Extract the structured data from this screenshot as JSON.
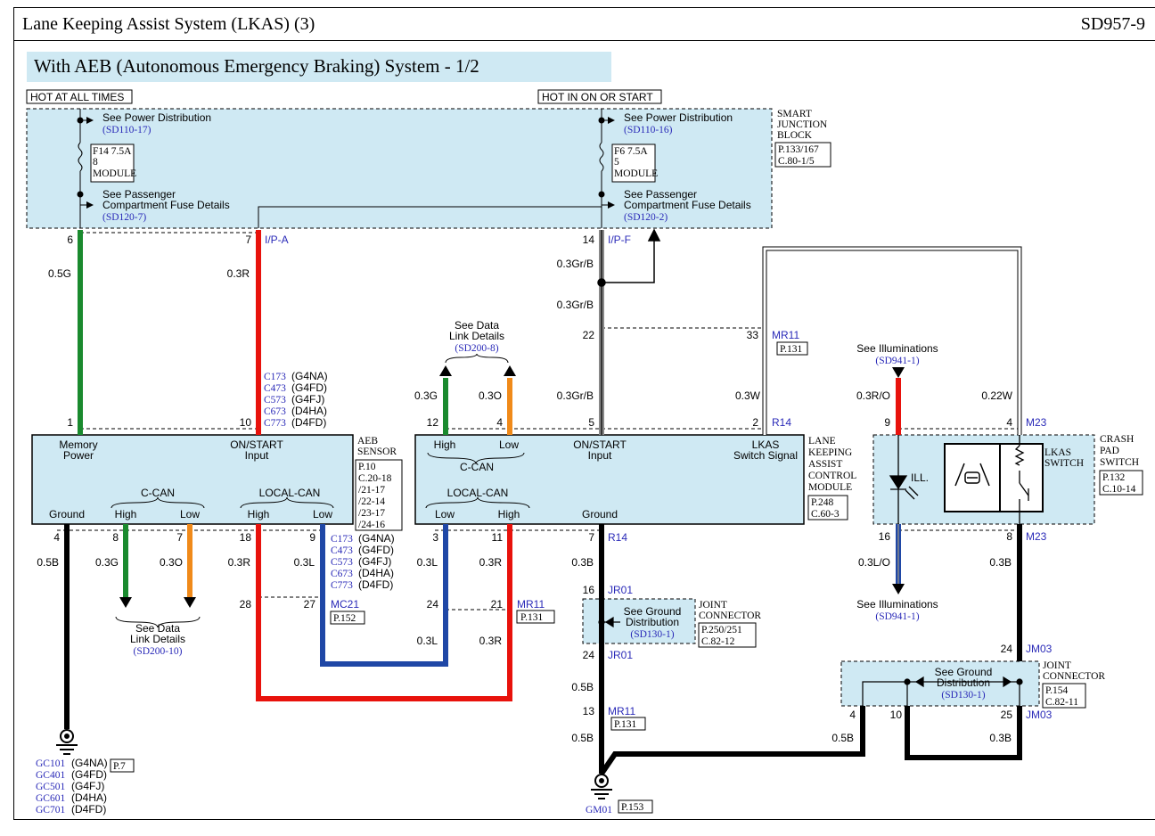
{
  "header": {
    "title": "Lane Keeping Assist System (LKAS) (3)",
    "page_code": "SD957-9"
  },
  "subtitle": "With AEB (Autonomous Emergency Braking) System - 1/2",
  "tags": {
    "hot_all": "HOT AT ALL TIMES",
    "hot_start": "HOT IN ON OR START"
  },
  "sjb": {
    "name_1": "SMART",
    "name_2": "JUNCTION",
    "name_3": "BLOCK",
    "ref_1": "P.133/167",
    "ref_2": "C.80-1/5",
    "see_power": "See Power Distribution",
    "power_ref_l": "(SD110-17)",
    "power_ref_r": "(SD110-16)",
    "fuse_l_1": "F14 7.5A",
    "fuse_l_2": "8",
    "fuse_l_3": "MODULE",
    "fuse_r_1": "F6 7.5A",
    "fuse_r_2": "5",
    "fuse_r_3": "MODULE",
    "see_pass_1": "See Passenger",
    "see_pass_2": "Compartment Fuse Details",
    "pass_ref_l": "(SD120-7)",
    "pass_ref_r": "(SD120-2)"
  },
  "pins": {
    "p6": "6",
    "p7": "7",
    "p14": "14",
    "p22": "22",
    "p33": "33",
    "p1": "1",
    "p10": "10",
    "p12": "12",
    "p4a": "4",
    "p5": "5",
    "p2": "2",
    "p9a": "9",
    "p4b": "4",
    "p4c": "4",
    "p8": "8",
    "p7b": "7",
    "p18": "18",
    "p9b": "9",
    "p3": "3",
    "p11": "11",
    "p7c": "7",
    "p16a": "16",
    "p8b": "8",
    "p28": "28",
    "p27": "27",
    "p24a": "24",
    "p21": "21",
    "p16b": "16",
    "p24b": "24",
    "p13": "13",
    "p24c": "24",
    "p4d": "4",
    "p10b": "10",
    "p25": "25"
  },
  "connectors": {
    "ipa": "I/P-A",
    "ipf": "I/P-F",
    "mr11": "MR11",
    "r14": "R14",
    "m23": "M23",
    "mc21": "MC21",
    "jr01": "JR01",
    "jm03": "JM03"
  },
  "wires": {
    "w05g": "0.5G",
    "w03r_a": "0.3R",
    "w03grb_a": "0.3Gr/B",
    "w03grb_b": "0.3Gr/B",
    "w03grb_c": "0.3Gr/B",
    "w03g_a": "0.3G",
    "w03o_a": "0.3O",
    "w03w": "0.3W",
    "w03ro": "0.3R/O",
    "w022w": "0.22W",
    "w05b_a": "0.5B",
    "w03g_b": "0.3G",
    "w03o_b": "0.3O",
    "w03r_b": "0.3R",
    "w03l_a": "0.3L",
    "w03l_b": "0.3L",
    "w03r_c": "0.3R",
    "w03b_a": "0.3B",
    "w03lo": "0.3L/O",
    "w03b_b": "0.3B",
    "w03l_c": "0.3L",
    "w03r_d": "0.3R",
    "w05b_b": "0.5B",
    "w05b_c": "0.5B",
    "w05b_d": "0.5B",
    "w03b_c": "0.3B"
  },
  "aeb": {
    "memory_1": "Memory",
    "memory_2": "Power",
    "onstart_1": "ON/START",
    "onstart_2": "Input",
    "ccan": "C-CAN",
    "localcan": "LOCAL-CAN",
    "ground": "Ground",
    "high": "High",
    "low": "Low",
    "name_1": "AEB",
    "name_2": "SENSOR",
    "ref_1": "P.10",
    "ref_2": "C.20-18",
    "ref_3": "/21-17",
    "ref_4": "/22-14",
    "ref_5": "/23-17",
    "ref_6": "/24-16"
  },
  "lkas": {
    "high": "High",
    "low": "Low",
    "ccan": "C-CAN",
    "onstart_1": "ON/START",
    "onstart_2": "Input",
    "switch_1": "LKAS",
    "switch_2": "Switch Signal",
    "localcan": "LOCAL-CAN",
    "low2": "Low",
    "high2": "High",
    "ground": "Ground",
    "name_1": "LANE",
    "name_2": "KEEPING",
    "name_3": "ASSIST",
    "name_4": "CONTROL",
    "name_5": "MODULE",
    "ref_1": "P.248",
    "ref_2": "C.60-3"
  },
  "crash": {
    "ill": "ILL.",
    "switch_1": "LKAS",
    "switch_2": "SWITCH",
    "name_1": "CRASH",
    "name_2": "PAD",
    "name_3": "SWITCH",
    "ref_1": "P.132",
    "ref_2": "C.10-14"
  },
  "notes": {
    "see_data_1": "See Data",
    "see_data_2": "Link Details",
    "data_ref_top": "(SD200-8)",
    "data_ref_bot": "(SD200-10)",
    "see_illum": "See Illuminations",
    "illum_ref": "(SD941-1)",
    "see_ground_1": "See Ground",
    "see_ground_2": "Distribution",
    "ground_ref": "(SD130-1)",
    "joint_1": "JOINT",
    "joint_2": "CONNECTOR",
    "jr01_ref_1": "P.250/251",
    "jr01_ref_2": "C.82-12",
    "jm03_ref_1": "P.154",
    "jm03_ref_2": "C.82-11",
    "mr11_ref": "P.131",
    "mc21_ref": "P.152",
    "gm01_ref": "P.153",
    "gc_ref": "P.7"
  },
  "variants": {
    "c173": "C173",
    "c473": "C473",
    "c573": "C573",
    "c673": "C673",
    "c773": "C773",
    "g4na": "(G4NA)",
    "g4fd": "(G4FD)",
    "g4fj": "(G4FJ)",
    "d4ha": "(D4HA)",
    "d4fd": "(D4FD)"
  },
  "grounds": {
    "gc101": "GC101",
    "gc401": "GC401",
    "gc501": "GC501",
    "gc601": "GC601",
    "gc701": "GC701",
    "gm01": "GM01"
  },
  "colors": {
    "panel": "#cfe9f3",
    "green": "#1a8a2e",
    "red": "#e8120c",
    "orange": "#f08a1a",
    "blue": "#1f47a6",
    "gray": "#888888",
    "black": "#000000",
    "ref_blue": "#2a2ab8"
  }
}
